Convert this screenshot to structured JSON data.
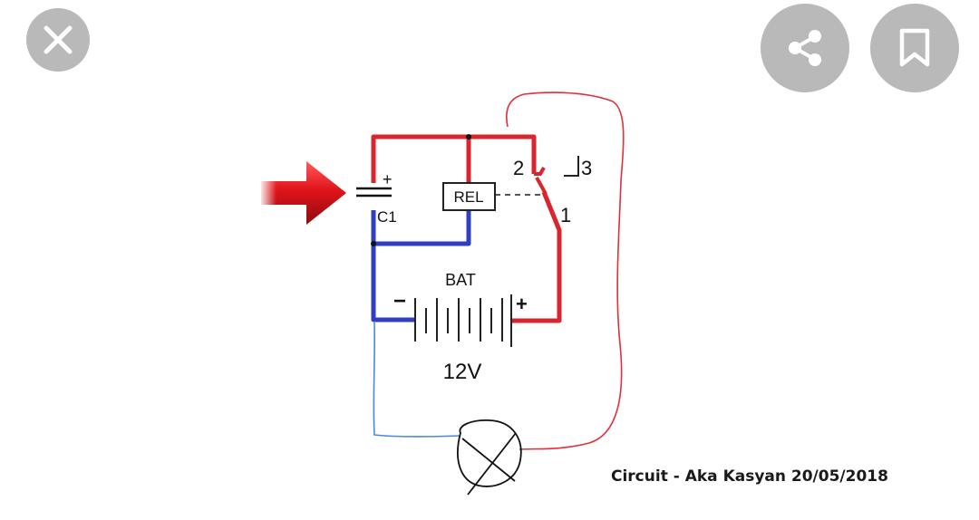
{
  "toolbar": {
    "close_icon": "close-icon",
    "share_icon": "share-icon",
    "bookmark_icon": "bookmark-icon",
    "button_bg": "#b9b9b9"
  },
  "diagram": {
    "capacitor_label": "C1",
    "capacitor_plus": "+",
    "relay_label": "REL",
    "contact_2": "2",
    "contact_3": "3",
    "contact_1": "1",
    "battery_label": "BAT",
    "battery_minus": "−",
    "battery_plus": "+",
    "voltage": "12V",
    "credit": "Circuit - Aka Kasyan 20/05/2018",
    "colors": {
      "positive_wire": "#d8262f",
      "negative_wire": "#2f3fbf",
      "thin_blue": "#4a88e0",
      "thin_red": "#e0303a",
      "arrow": "#e0141b"
    }
  }
}
